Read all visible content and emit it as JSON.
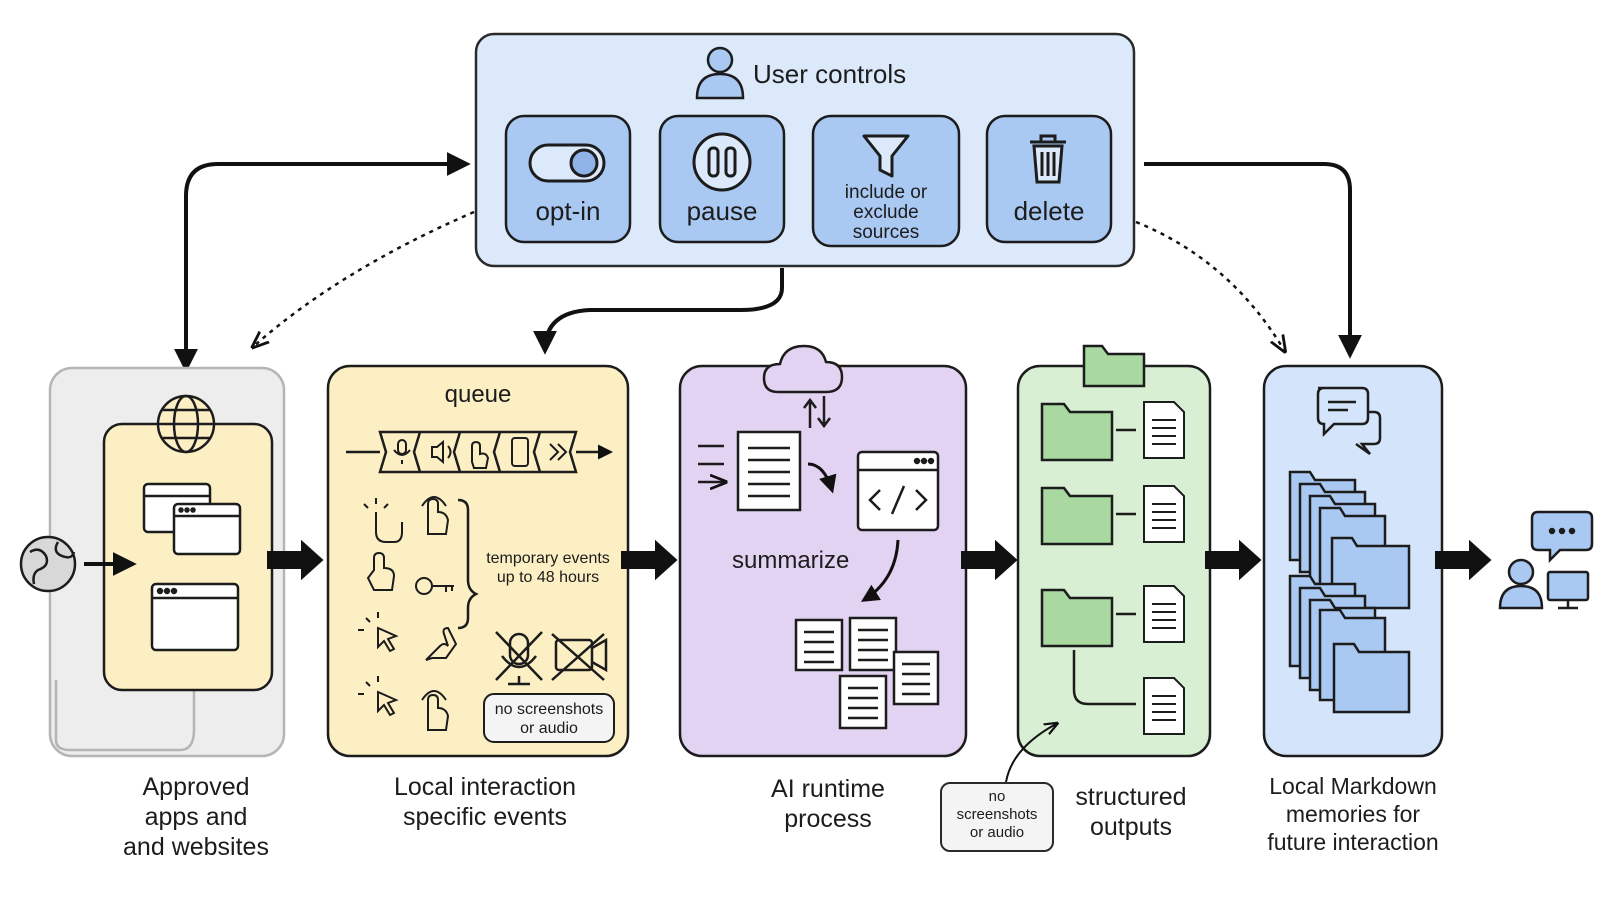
{
  "user_controls": {
    "title": "User controls",
    "buttons": [
      {
        "label": "opt-in",
        "icon": "toggle-icon"
      },
      {
        "label": "pause",
        "icon": "pause-icon"
      },
      {
        "label_lines": [
          "include or",
          "exclude",
          "sources"
        ],
        "icon": "filter-icon"
      },
      {
        "label": "delete",
        "icon": "trash-icon"
      }
    ]
  },
  "stages": {
    "apps": {
      "caption": [
        "Approved",
        "apps and",
        "and websites"
      ],
      "icon": "globe-icon"
    },
    "events": {
      "title": "queue",
      "temp_label": [
        "temporary events",
        "up to 48 hours"
      ],
      "no_capture": [
        "no screenshots",
        "or audio"
      ]
    },
    "ai": {
      "title": "summarize",
      "caption": [
        "AI runtime",
        "process"
      ],
      "icon": "cloud-sync-icon"
    },
    "outputs": {
      "caption": [
        "structured",
        "outputs"
      ],
      "note": [
        "no",
        "screenshots",
        "or audio"
      ],
      "icon": "folder-icon"
    },
    "memories": {
      "caption": [
        "Local Markdown",
        "memories for",
        "future interaction"
      ],
      "icon": "chat-bubbles-icon"
    },
    "events_caption": [
      "Local interaction",
      "specific events"
    ]
  },
  "colors": {
    "controls": "#dbe9fb",
    "apps_outer": "#ededed",
    "apps_inner": "#fcefc4",
    "events": "#fcefc4",
    "ai": "#e3d3f3",
    "outputs": "#d8efd4",
    "memories": "#d4e4fa",
    "folder_green": "#a9d9a0",
    "folder_blue": "#a9c8f2"
  }
}
